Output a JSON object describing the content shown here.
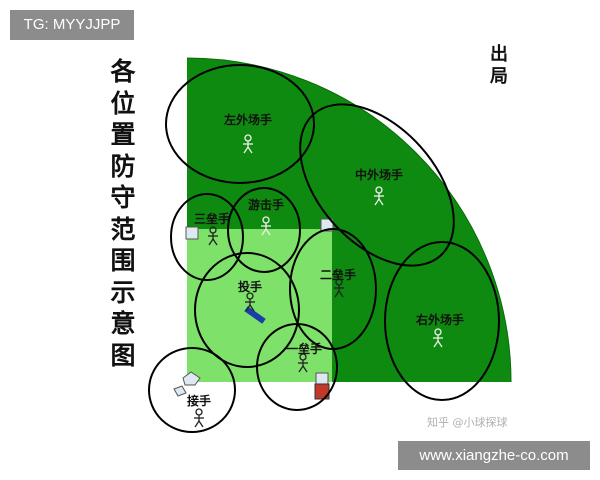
{
  "tag": "TG: MYYJJPP",
  "title": "各位置防守范围示意图",
  "out_label": "出局",
  "positions": {
    "left_field": "左外场手",
    "center_field": "中外场手",
    "shortstop": "游击手",
    "third_base": "三垒手",
    "pitcher": "投手",
    "second_base": "二垒手",
    "right_field": "右外场手",
    "first_base": "一垒手",
    "catcher": "接手"
  },
  "watermark": "知乎 @小球探球",
  "url": "www.xiangzhe-co.com",
  "colors": {
    "outfield": "#0f8a10",
    "infield": "#7ee26a",
    "base": "#dde8f0",
    "first_base_marker": "#c0392b",
    "zone_outline": "#000000"
  }
}
